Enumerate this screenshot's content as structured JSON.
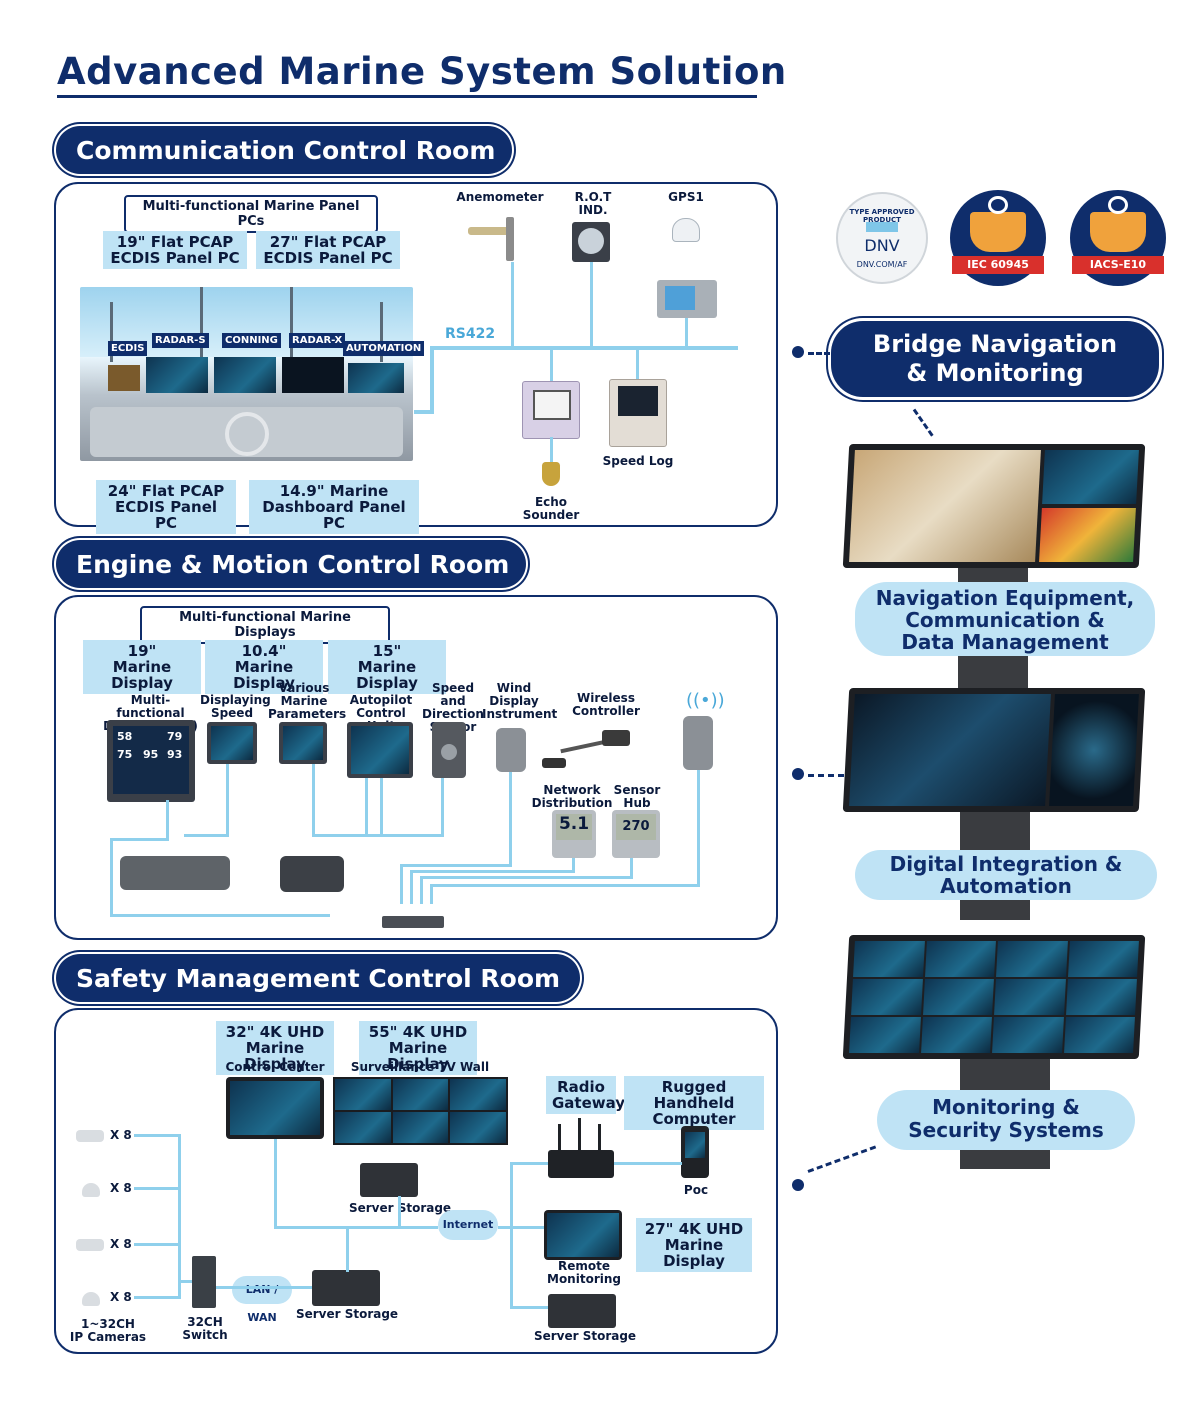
{
  "title": "Advanced Marine System Solution",
  "sections": {
    "comm": "Communication Control Room",
    "engine": "Engine & Motion Control Room",
    "safety": "Safety Management Control Room"
  },
  "comm": {
    "group_label": "Multi-functional Marine Panel PCs",
    "pc19": "19\" Flat PCAP\nECDIS Panel PC",
    "pc27": "27\" Flat PCAP\nECDIS Panel PC",
    "pc24": "24\" Flat PCAP\nECDIS Panel PC",
    "pc149": "14.9\" Marine\nDashboard Panel PC",
    "consoles": [
      "ECDIS",
      "RADAR-S",
      "CONNING",
      "RADAR-X",
      "AUTOMATION"
    ],
    "rs422": "RS422",
    "anemometer": "Anemometer",
    "rot": "R.O.T\nIND.",
    "gps": "GPS1",
    "echo": "Echo\nSounder",
    "speedlog": "Speed Log"
  },
  "engine": {
    "group_label": "Multi-functional Marine Displays",
    "d19": "19\"\nMarine Display",
    "d104": "10.4\"\nMarine Display",
    "d15": "15\"\nMarine Display",
    "mfd": "Multi-functional\nDisplay (MFD)",
    "speed": "Displaying\nSpeed",
    "params": "Various\nMarine\nParameters",
    "autopilot": "Autopilot\nControl Unit",
    "sensor": "Speed and\nDirection\nSensor",
    "wind": "Wind\nDisplay\nInstrument",
    "wireless": "Wireless\nController",
    "netbox": "Network\nDistribution Box",
    "hub": "Sensor\nHub",
    "mfd_values": [
      "58",
      "75",
      "95",
      "79",
      "93"
    ],
    "netbox_value": "5.1",
    "hub_value": "270"
  },
  "safety": {
    "uhd32": "32\" 4K UHD\nMarine Display",
    "uhd55": "55\" 4K UHD\nMarine Display",
    "control": "Control Center",
    "tvwall": "Surveillance TV Wall",
    "radio": "Radio\nGateway",
    "handheld": "Rugged Handheld\nComputer",
    "poc": "Poc",
    "server1": "Server Storage",
    "internet": "Internet",
    "uhd27": "27\" 4K UHD\nMarine Display",
    "remote": "Remote\nMonitoring",
    "server2": "Server Storage",
    "server3": "Server Storage",
    "lanwan": "LAN / WAN",
    "switch": "32CH\nSwitch",
    "cameras": "1~32CH\nIP Cameras",
    "x8": "X 8"
  },
  "right": {
    "bridge": "Bridge Navigation\n& Monitoring",
    "nav": "Navigation Equipment,\nCommunication &\nData Management",
    "digital": "Digital Integration &\nAutomation",
    "monitoring": "Monitoring &\nSecurity Systems"
  },
  "badges": {
    "dnv_top": "TYPE APPROVED PRODUCT",
    "dnv": "DNV",
    "dnv_url": "DNV.COM/AF",
    "iec": "IEC 60945",
    "iacs": "IACS-E10"
  },
  "colors": {
    "navy": "#0f2d6b",
    "light_blue": "#bfe3f5",
    "line_blue": "#8fd0ec",
    "badge_orange": "#f0a23c",
    "badge_red": "#d9302c"
  }
}
